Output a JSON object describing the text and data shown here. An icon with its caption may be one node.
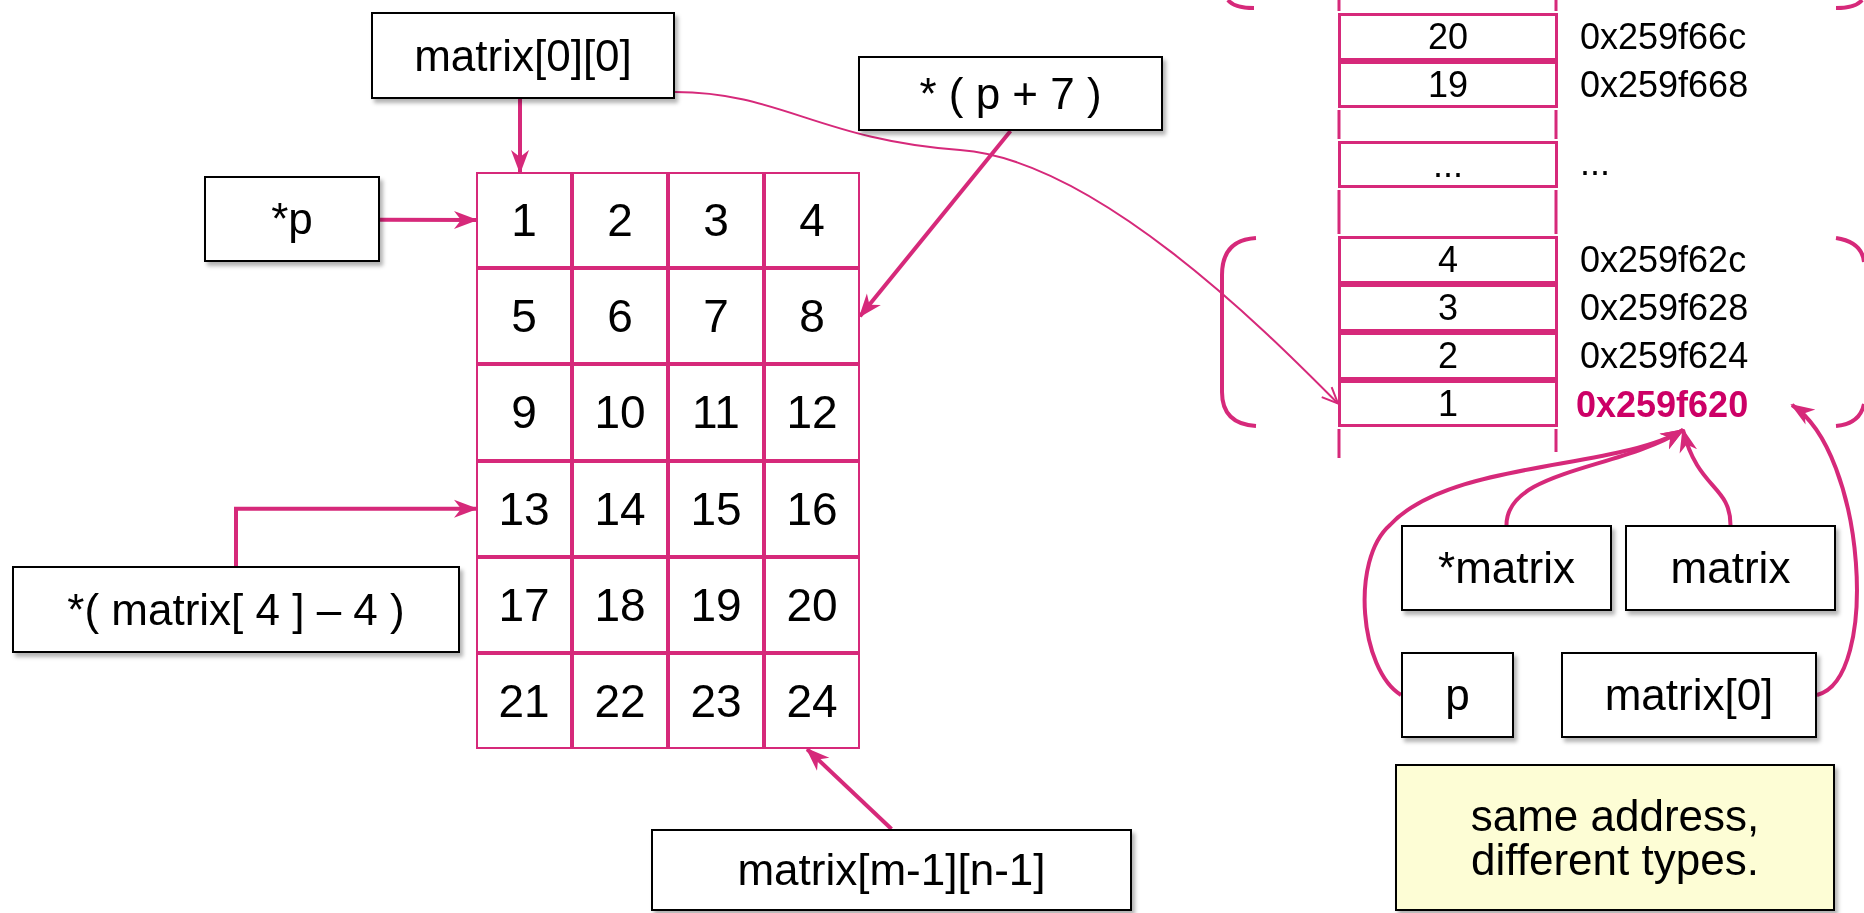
{
  "diagram": {
    "nodes": [
      {
        "text": [
          "matrix[0][0]"
        ]
      },
      {
        "text": [
          "* ( p + 7 )"
        ]
      },
      {
        "text": [
          "*p"
        ]
      },
      {
        "text": [
          "1"
        ]
      },
      {
        "text": [
          "2"
        ]
      },
      {
        "text": [
          "3"
        ]
      },
      {
        "text": [
          "4"
        ]
      },
      {
        "text": [
          "5"
        ]
      },
      {
        "text": [
          "6"
        ]
      },
      {
        "text": [
          "7"
        ]
      },
      {
        "text": [
          "8"
        ]
      },
      {
        "text": [
          "9"
        ]
      },
      {
        "text": [
          "10"
        ]
      },
      {
        "text": [
          "11"
        ]
      },
      {
        "text": [
          "12"
        ]
      },
      {
        "text": [
          "13"
        ]
      },
      {
        "text": [
          "14"
        ]
      },
      {
        "text": [
          "15"
        ]
      },
      {
        "text": [
          "16"
        ]
      },
      {
        "text": [
          "17"
        ]
      },
      {
        "text": [
          "18"
        ]
      },
      {
        "text": [
          "19"
        ]
      },
      {
        "text": [
          "20"
        ]
      },
      {
        "text": [
          "21"
        ]
      },
      {
        "text": [
          "22"
        ]
      },
      {
        "text": [
          "23"
        ]
      },
      {
        "text": [
          "24"
        ]
      },
      {
        "text": [
          "*( matrix[ 4 ] – 4 )"
        ]
      },
      {
        "text": [
          "matrix[m-1][n-1]"
        ]
      },
      {
        "text": [
          "20"
        ]
      },
      {
        "text": [
          "19"
        ]
      },
      {
        "text": [
          "..."
        ]
      },
      {
        "text": [
          "4"
        ]
      },
      {
        "text": [
          "3"
        ]
      },
      {
        "text": [
          "2"
        ]
      },
      {
        "text": [
          "1"
        ]
      },
      {
        "text": [
          "0x259f620"
        ]
      },
      {
        "text": [
          "*matrix"
        ]
      },
      {
        "text": [
          "matrix"
        ]
      },
      {
        "text": [
          "p"
        ]
      },
      {
        "text": [
          "matrix[0]"
        ]
      },
      {
        "text": [
          "same address, different types."
        ]
      }
    ],
    "edges": [
      {
        "from": 0,
        "to": 3,
        "arrow": "to"
      },
      {
        "from": 2,
        "to": 3,
        "arrow": "to"
      },
      {
        "from": 1,
        "to": 10,
        "arrow": "to"
      },
      {
        "from": 27,
        "to": 15,
        "arrow": "to"
      },
      {
        "from": 28,
        "to": 26,
        "arrow": "to"
      },
      {
        "from": 0,
        "to": 35,
        "arrow": "to"
      },
      {
        "from": 37,
        "to": 36,
        "arrow": "to"
      },
      {
        "from": 38,
        "to": 36,
        "arrow": "to"
      },
      {
        "from": 39,
        "to": 36,
        "arrow": "to"
      },
      {
        "from": 40,
        "to": 36,
        "arrow": "to"
      }
    ],
    "labels": [
      "0x259f66c",
      "0x259f668",
      "...",
      "0x259f62c",
      "0x259f628",
      "0x259f624"
    ]
  }
}
